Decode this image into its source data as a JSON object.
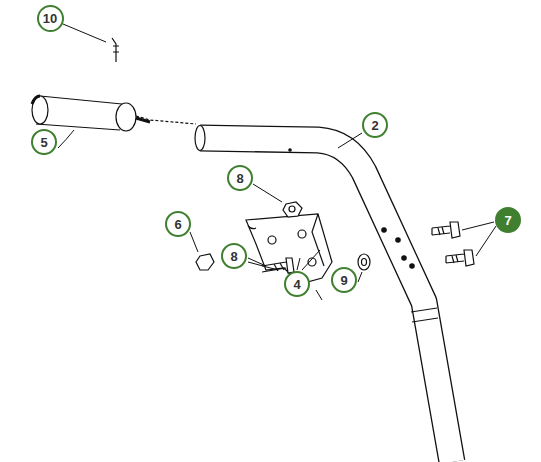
{
  "diagram": {
    "nodes": [
      {
        "text": [
          "10"
        ]
      },
      {
        "text": [
          "5"
        ]
      },
      {
        "text": [
          "2"
        ]
      },
      {
        "text": [
          "8"
        ]
      },
      {
        "text": [
          "6"
        ]
      },
      {
        "text": [
          "8"
        ]
      },
      {
        "text": [
          "4"
        ]
      },
      {
        "text": [
          "9"
        ]
      },
      {
        "text": [
          "7"
        ]
      }
    ]
  }
}
